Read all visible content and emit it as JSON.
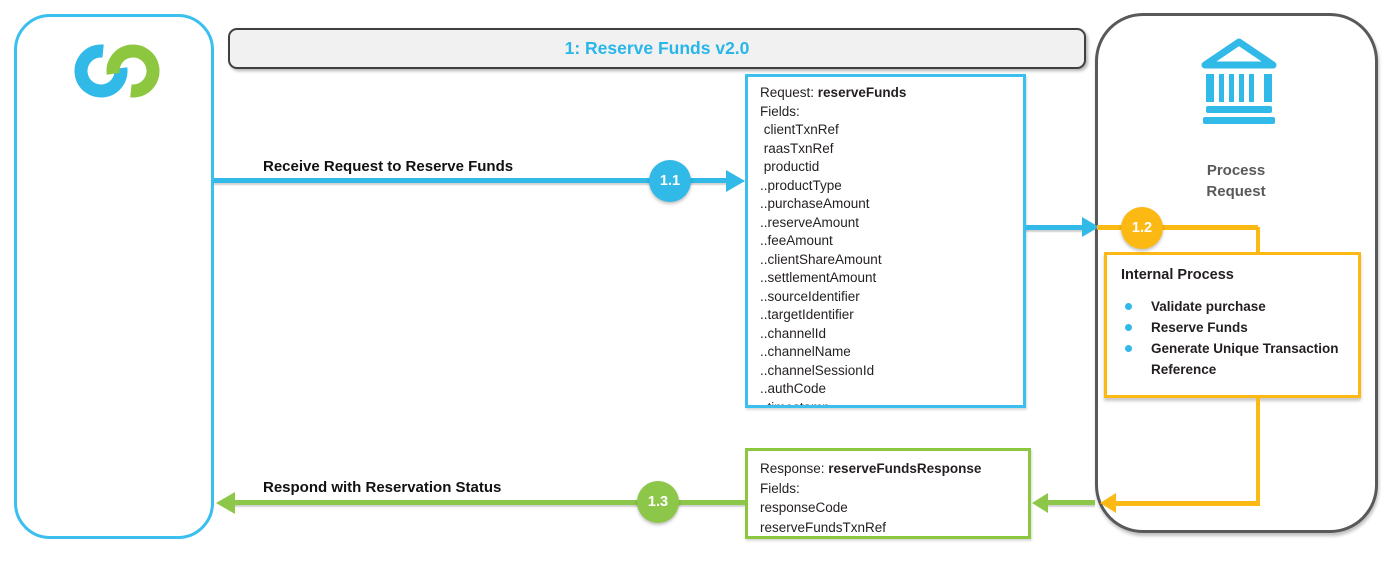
{
  "header": {
    "title": "1: Reserve Funds v2.0"
  },
  "colors": {
    "cyan": "#31b9e8",
    "green": "#8dc63f",
    "orange": "#fdb913",
    "panel_gray": "#58595b",
    "title_bg": "#f1f1f2"
  },
  "steps": {
    "s11": {
      "badge": "1.1",
      "label": "Receive Request to Reserve Funds"
    },
    "s12": {
      "badge": "1.2",
      "label": "Process Request"
    },
    "s13": {
      "badge": "1.3",
      "label": "Respond with Reservation Status"
    }
  },
  "request_box": {
    "title_prefix": "Request: ",
    "title_name": "reserveFunds",
    "fields_label": "Fields:",
    "fields": [
      " clientTxnRef",
      " raasTxnRef",
      " productid",
      "..productType",
      "..purchaseAmount",
      "..reserveAmount",
      "..feeAmount",
      "..clientShareAmount",
      "..settlementAmount",
      "..sourceIdentifier",
      "..targetIdentifier",
      "..channelId",
      "..channelName",
      "..channelSessionId",
      "..authCode",
      "..timestamp"
    ]
  },
  "internal_process": {
    "title": "Internal Process",
    "items": [
      "Validate purchase",
      "Reserve Funds",
      "Generate Unique Transaction Reference"
    ]
  },
  "response_box": {
    "title_prefix": "Response: ",
    "title_name": "reserveFundsResponse",
    "fields_label": "Fields:",
    "fields": [
      "responseCode",
      "reserveFundsTxnRef"
    ]
  }
}
